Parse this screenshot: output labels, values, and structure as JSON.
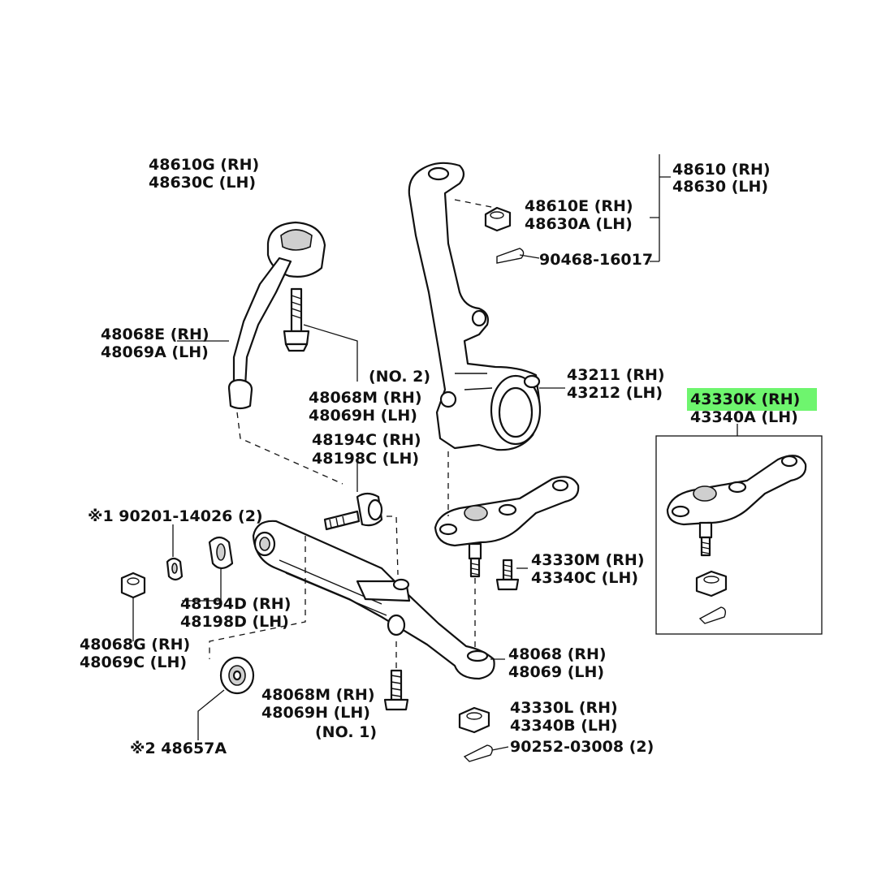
{
  "highlight_color": "#6ef56e",
  "labels": {
    "p48610g": "48610G (RH)",
    "p48630c": "48630C (LH)",
    "p48610": "48610 (RH)",
    "p48630": "48630 (LH)",
    "p48610e": "48610E (RH)",
    "p48630a": "48630A (LH)",
    "p90468": "90468-16017",
    "p48068e": "48068E (RH)",
    "p48069a": "48069A (LH)",
    "no2": "(NO. 2)",
    "p48068m_top": "48068M (RH)",
    "p48069h_top": "48069H (LH)",
    "p48194c": "48194C (RH)",
    "p48198c": "48198C (LH)",
    "p43211": "43211 (RH)",
    "p43212": "43212 (LH)",
    "p43330k": "43330K (RH)",
    "p43340a": "43340A (LH)",
    "p90201": "※1 90201-14026 (2)",
    "p48194d": "48194D (RH)",
    "p48198d": "48198D (LH)",
    "p43330m": "43330M (RH)",
    "p43340c": "43340C (LH)",
    "p48068g": "48068G (RH)",
    "p48069c": "48069C (LH)",
    "p48068": "48068 (RH)",
    "p48069": "48069 (LH)",
    "p48068m_bot": "48068M (RH)",
    "p48069h_bot": "48069H (LH)",
    "no1": "(NO. 1)",
    "p43330l": "43330L (RH)",
    "p43340b": "43340B (LH)",
    "p90252": "90252-03008 (2)",
    "p48657a": "※2 48657A"
  },
  "icons": [
    "knuckle-icon",
    "upper-arm-icon",
    "lower-arm-icon",
    "ball-joint-icon",
    "bolt-icon",
    "nut-icon",
    "cotter-pin-icon",
    "bushing-icon"
  ]
}
